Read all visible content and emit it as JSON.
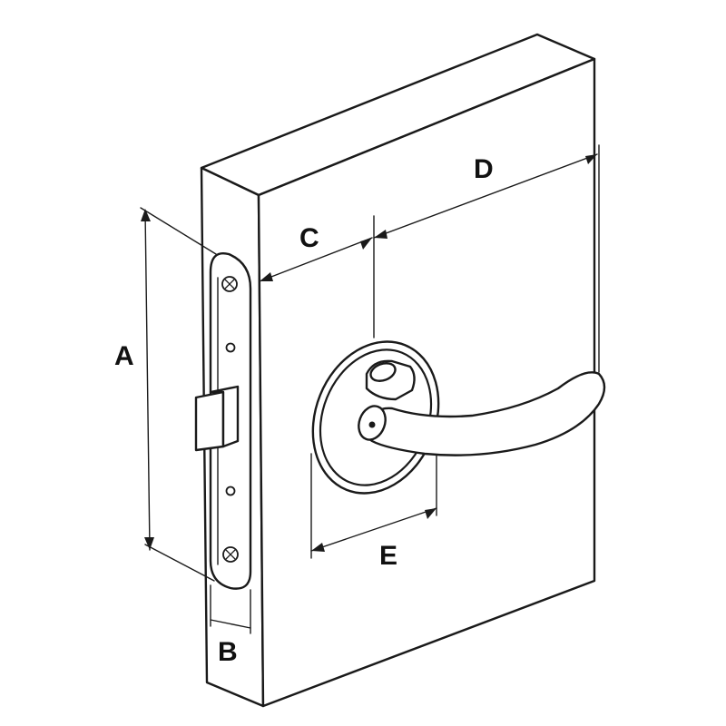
{
  "dimensions": {
    "a": {
      "label": "A"
    },
    "b": {
      "label": "B"
    },
    "c": {
      "label": "C"
    },
    "d": {
      "label": "D"
    },
    "e": {
      "label": "E"
    }
  }
}
